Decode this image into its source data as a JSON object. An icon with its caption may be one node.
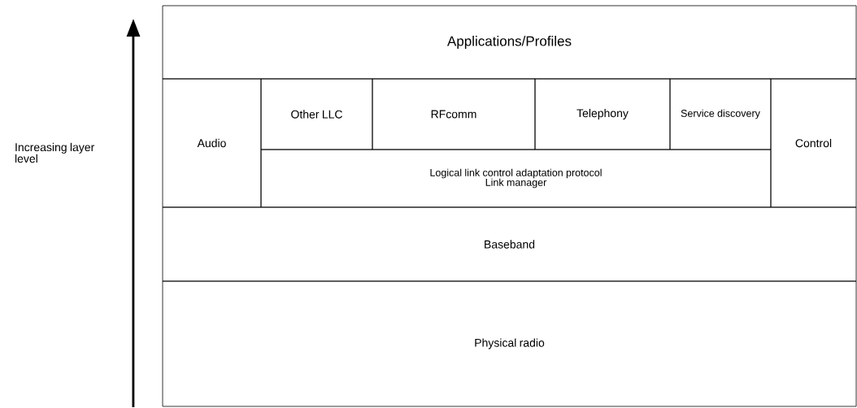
{
  "diagram": {
    "nodes": [
      {
        "text": [
          "Applications/Profiles"
        ]
      },
      {
        "text": [
          "Audio"
        ]
      },
      {
        "text": [
          "Other LLC"
        ]
      },
      {
        "text": [
          "RFcomm"
        ]
      },
      {
        "text": [
          "Telephony"
        ]
      },
      {
        "text": [
          "Service discovery"
        ]
      },
      {
        "text": [
          "Control"
        ]
      },
      {
        "text": [
          "Logical link control adaptation protocol",
          "Link manager"
        ]
      },
      {
        "text": [
          "Baseband"
        ]
      },
      {
        "text": [
          "Physical radio"
        ]
      }
    ],
    "edges": [],
    "labels": [
      "Increasing layer level"
    ]
  }
}
